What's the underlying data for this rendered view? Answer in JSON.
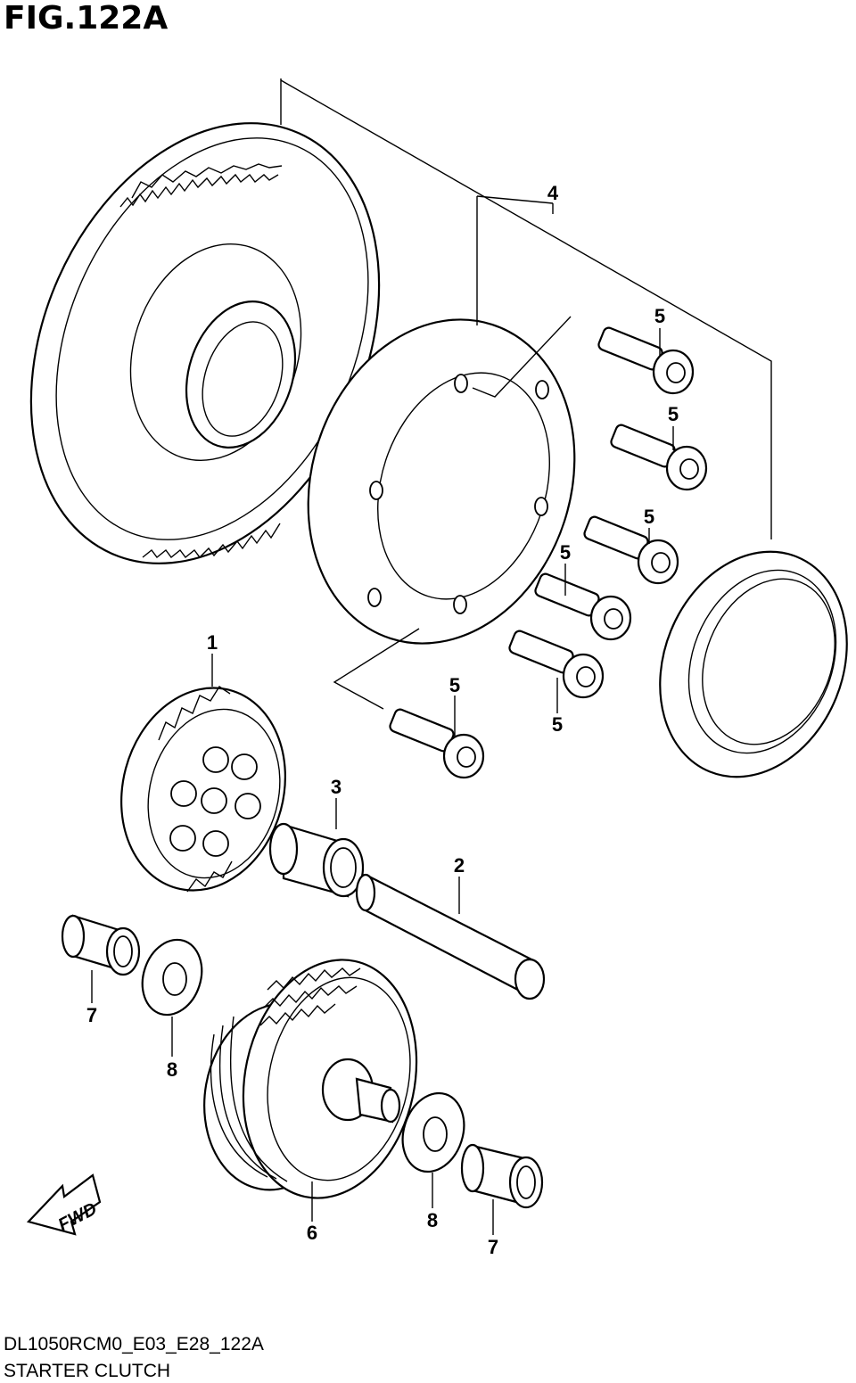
{
  "figure_title": "FIG.122A",
  "footer": {
    "code": "DL1050RCM0_E03_E28_122A",
    "caption": "STARTER CLUTCH"
  },
  "fwd_label": "FWD",
  "callouts": {
    "c1": "1",
    "c2": "2",
    "c3": "3",
    "c4": "4",
    "c5a": "5",
    "c5b": "5",
    "c5c": "5",
    "c5d": "5",
    "c5e": "5",
    "c5f": "5",
    "c6": "6",
    "c7a": "7",
    "c7b": "7",
    "c8a": "8",
    "c8b": "8"
  }
}
